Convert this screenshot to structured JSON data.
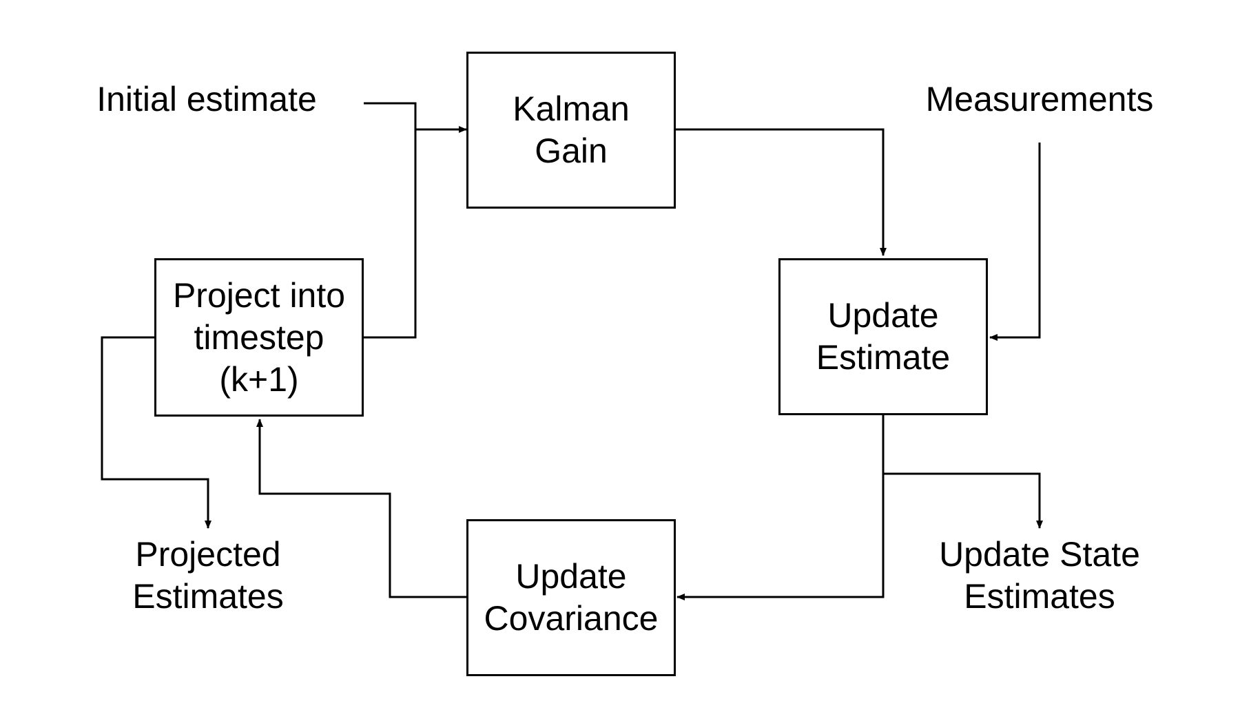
{
  "diagram": {
    "nodes": {
      "kalman_gain": "Kalman\nGain",
      "update_estimate": "Update\nEstimate",
      "update_covariance": "Update\nCovariance",
      "project": "Project into\ntimestep\n(k+1)"
    },
    "labels": {
      "initial_estimate": "Initial estimate",
      "measurements": "Measurements",
      "projected_estimates": "Projected\nEstimates",
      "update_state_estimates": "Update State\nEstimates"
    },
    "edges": [
      {
        "from": "Initial estimate",
        "to": "Kalman Gain"
      },
      {
        "from": "Project into timestep (k+1)",
        "to": "Kalman Gain"
      },
      {
        "from": "Kalman Gain",
        "to": "Update Estimate"
      },
      {
        "from": "Measurements",
        "to": "Update Estimate"
      },
      {
        "from": "Update Estimate",
        "to": "Update State Estimates"
      },
      {
        "from": "Update Estimate",
        "to": "Update Covariance"
      },
      {
        "from": "Update Covariance",
        "to": "Project into timestep (k+1)"
      },
      {
        "from": "Project into timestep (k+1)",
        "to": "Projected Estimates"
      }
    ],
    "colors": {
      "stroke": "#000000",
      "background": "#ffffff"
    }
  }
}
